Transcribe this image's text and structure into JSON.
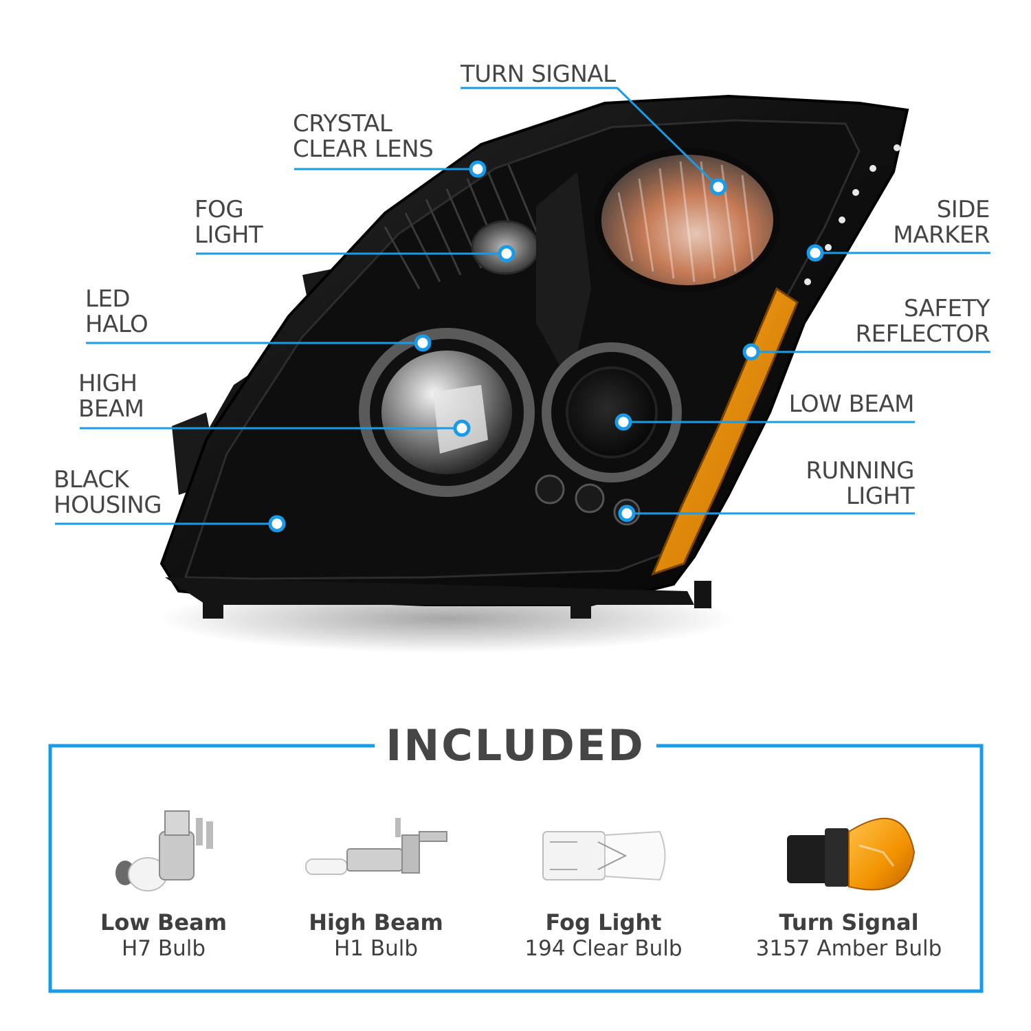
{
  "callouts": {
    "turn_signal": [
      "TURN SIGNAL"
    ],
    "crystal_clear_lens": [
      "CRYSTAL",
      "CLEAR LENS"
    ],
    "fog_light": [
      "FOG",
      "LIGHT"
    ],
    "led_halo": [
      "LED",
      "HALO"
    ],
    "high_beam": [
      "HIGH",
      "BEAM"
    ],
    "black_housing": [
      "BLACK",
      "HOUSING"
    ],
    "side_marker": [
      "SIDE",
      "MARKER"
    ],
    "safety_reflector": [
      "SAFETY",
      "REFLECTOR"
    ],
    "low_beam": [
      "LOW BEAM"
    ],
    "running_light": [
      "RUNNING",
      "LIGHT"
    ]
  },
  "included": {
    "title": "INCLUDED",
    "bulbs": [
      {
        "name": "Low Beam",
        "spec": "H7 Bulb",
        "icon": "h7-bulb-icon"
      },
      {
        "name": "High Beam",
        "spec": "H1 Bulb",
        "icon": "h1-bulb-icon"
      },
      {
        "name": "Fog Light",
        "spec": "194 Clear Bulb",
        "icon": "194-bulb-icon"
      },
      {
        "name": "Turn Signal",
        "spec": "3157 Amber Bulb",
        "icon": "3157-amber-bulb-icon"
      }
    ]
  },
  "colors": {
    "accent_blue": "#1a9be8",
    "amber": "#e8900a",
    "housing_black": "#0d0d0d",
    "text_gray": "#454545"
  }
}
